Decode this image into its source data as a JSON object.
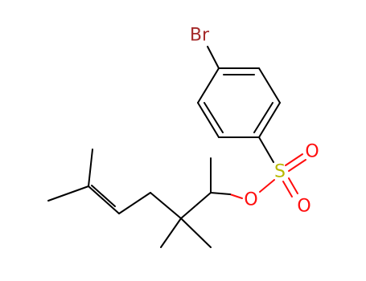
{
  "molecule": {
    "atoms": {
      "br": {
        "symbol": "Br",
        "color": "#a52a2a"
      },
      "s": {
        "symbol": "S",
        "color": "#b8b800"
      },
      "o1": {
        "symbol": "O",
        "color": "#ff0d0d"
      },
      "o2": {
        "symbol": "O",
        "color": "#ff0d0d"
      },
      "o3": {
        "symbol": "O",
        "color": "#ff0d0d"
      }
    },
    "bond_color": "#000000",
    "background": "#ffffff"
  }
}
